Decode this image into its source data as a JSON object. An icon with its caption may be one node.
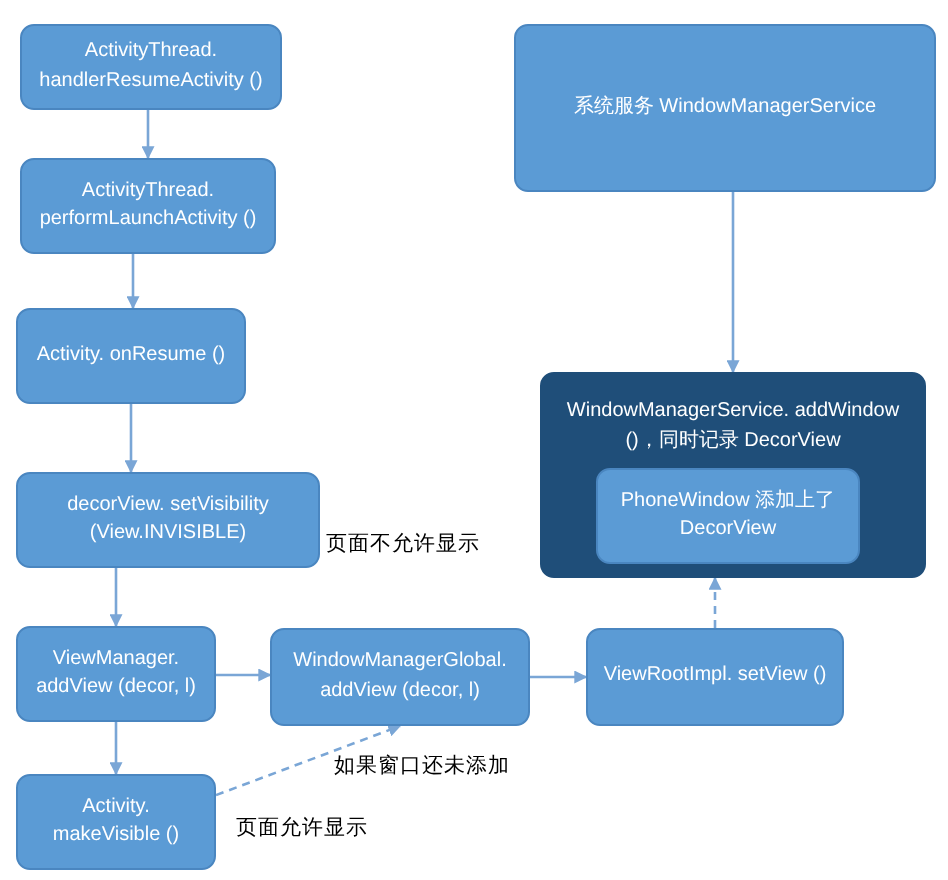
{
  "diagram": {
    "nodes": [
      {
        "text": [
          "ActivityThread. handlerResumeActivity ()"
        ]
      },
      {
        "text": [
          "ActivityThread. performLaunchActivity ()"
        ]
      },
      {
        "text": [
          "Activity. onResume ()"
        ]
      },
      {
        "text": [
          "decorView. setVisibility (View.INVISIBLE)"
        ],
        "beside": [
          "页面不允许显示"
        ]
      },
      {
        "text": [
          "ViewManager. addView (decor, l)"
        ]
      },
      {
        "text": [
          "WindowManagerGlobal. addView (decor, l)"
        ]
      },
      {
        "text": [
          "ViewRootImpl. setView ()"
        ]
      },
      {
        "text": [
          "Activity. makeVisible ()"
        ],
        "beside": [
          "页面允许显示"
        ]
      },
      {
        "text": [
          "系统服务 WindowManagerService"
        ]
      },
      {
        "text": [
          "WindowManagerService. addWindow ()，同时记录 DecorView"
        ]
      },
      {
        "text": [
          "PhoneWindow 添加上了 DecorView"
        ],
        "in": 9
      }
    ],
    "edges": [
      {
        "from": 0,
        "to": 1,
        "arrow": "to"
      },
      {
        "from": 1,
        "to": 2,
        "arrow": "to"
      },
      {
        "from": 2,
        "to": 3,
        "arrow": "to"
      },
      {
        "from": 3,
        "to": 4,
        "arrow": "to"
      },
      {
        "from": 4,
        "to": 5,
        "arrow": "to"
      },
      {
        "from": 5,
        "to": 6,
        "arrow": "to"
      },
      {
        "from": 6,
        "to": 9,
        "arrow": "to",
        "style": "dashed"
      },
      {
        "from": 8,
        "to": 9,
        "arrow": "to"
      },
      {
        "from": 4,
        "to": 7,
        "arrow": "to"
      },
      {
        "from": 7,
        "to": 5,
        "arrow": "to",
        "style": "dashed",
        "label": "如果窗口还未添加"
      }
    ]
  }
}
